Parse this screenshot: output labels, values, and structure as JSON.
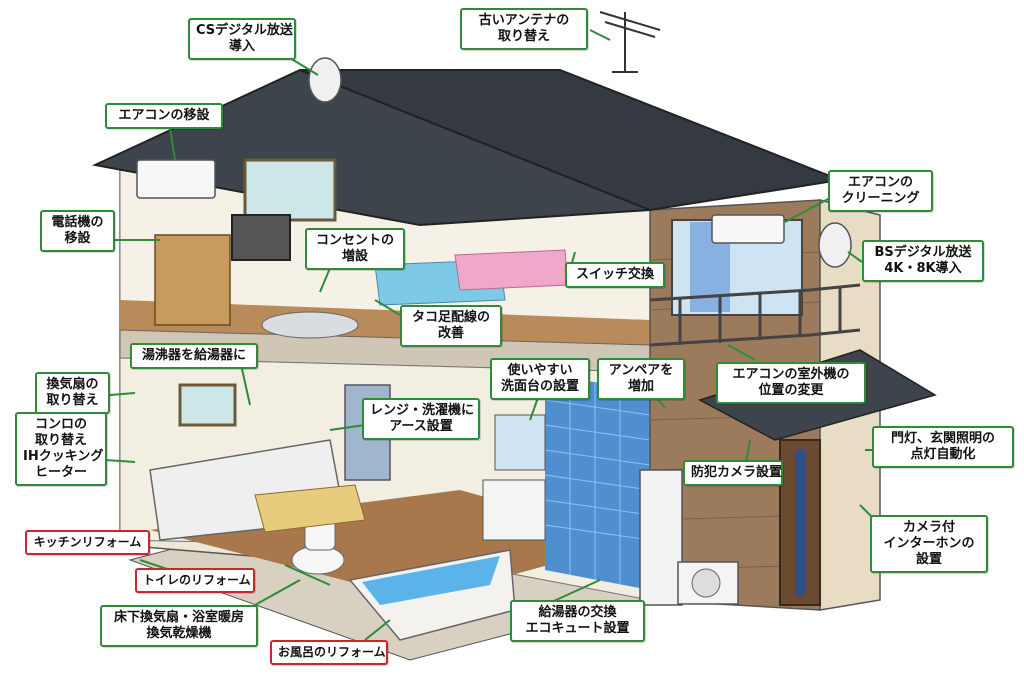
{
  "colors": {
    "green_label_border": "#2e8b3a",
    "red_label_border": "#c8282d",
    "roof": "#3e444c",
    "wall_beige": "#efe7d6",
    "brick": "#9c7a5c"
  },
  "labels": {
    "cs_digital": "CSデジタル放送\n導入",
    "antenna": "古いアンテナの\n取り替え",
    "ac_move": "エアコンの移設",
    "ac_clean": "エアコンの\nクリーニング",
    "phone_move": "電話機の\n移設",
    "outlet_add": "コンセントの\n増設",
    "bs_digital": "BSデジタル放送\n4K・8K導入",
    "switch_change": "スイッチ交換",
    "tako_wiring": "タコ足配線の\n改善",
    "water_heater": "湯沸器を給湯器に",
    "fan_replace": "換気扇の\n取り替え",
    "washbasin": "使いやすい\n洗面台の設置",
    "ampere": "アンペアを\n増加",
    "ac_outdoor": "エアコンの室外機の\n位置の変更",
    "earth": "レンジ・洗濯機に\nアース設置",
    "stove": "コンロの\n取り替え\nIHクッキング\nヒーター",
    "gate_light": "門灯、玄関照明の\n点灯自動化",
    "security_cam": "防犯カメラ設置",
    "intercom": "カメラ付\nインターホンの\n設置",
    "kitchen_reform": "キッチンリフォーム",
    "toilet_reform": "トイレのリフォーム",
    "floor_fan": "床下換気扇・浴室暖房\n換気乾燥機",
    "heater_swap": "給湯器の交換\nエコキュート設置",
    "bath_reform": "お風呂のリフォーム"
  }
}
